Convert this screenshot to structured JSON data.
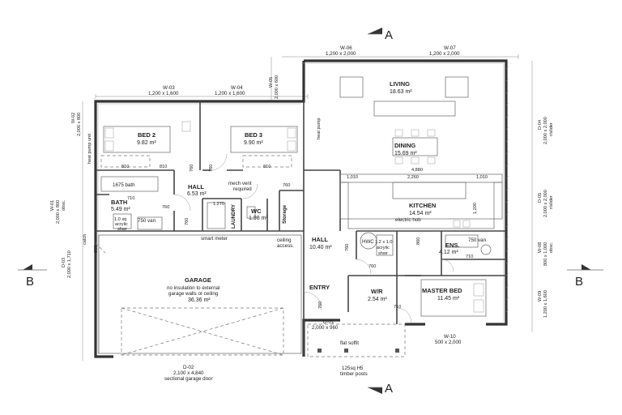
{
  "rooms": {
    "living": {
      "name": "LIVING",
      "area": "18.63 m²"
    },
    "dining": {
      "name": "DINING",
      "area": "15.69 m²"
    },
    "kitchen": {
      "name": "KITCHEN",
      "area": "14.54 m²"
    },
    "bed2": {
      "name": "BED 2",
      "area": "9.82 m²"
    },
    "bed3": {
      "name": "BED 3",
      "area": "9.90 m²"
    },
    "hall1": {
      "name": "HALL",
      "area": "6.53 m²"
    },
    "hall2": {
      "name": "HALL",
      "area": "10.40 m²"
    },
    "bath": {
      "name": "BATH",
      "area": "5.49 m²"
    },
    "wc": {
      "name": "WC",
      "area": "1.98 m²"
    },
    "laundry": {
      "name": "LAUNDRY"
    },
    "storage": {
      "name": "Storage"
    },
    "garage": {
      "name": "GARAGE",
      "note1": "no insulation to external",
      "note2": "garage walls or ceiling",
      "area": "36.36 m²"
    },
    "entry": {
      "name": "ENTRY"
    },
    "wr": {
      "name": "W/R",
      "area": "2.54 m²"
    },
    "ens": {
      "name": "ENS.",
      "area": "4.12 m²"
    },
    "master": {
      "name": "MASTER BED",
      "area": "11.45 m²"
    }
  },
  "windows": {
    "w03": {
      "id": "W-03",
      "size": "1,200 x 1,600"
    },
    "w04": {
      "id": "W-04",
      "size": "1,200 x 1,600"
    },
    "w06": {
      "id": "W-06",
      "size": "1,200 x 2,000"
    },
    "w07": {
      "id": "W-07",
      "size": "1,200 x 2,000"
    },
    "w05": {
      "id": "W-05",
      "size": "2,000 x 600"
    },
    "w02": {
      "id": "W-02",
      "size": "2,000 x 800"
    },
    "w01": {
      "id": "W-01",
      "size": "2,000 x 800",
      "note": "obsc."
    },
    "d03": {
      "id": "D-03",
      "size": "2,000 x 1,710"
    },
    "d04": {
      "id": "D-04",
      "size": "2,000 x 2,000",
      "note": "r/slider"
    },
    "d05": {
      "id": "D-05",
      "size": "2,000 x 2,000",
      "note": "r/slider"
    },
    "w08": {
      "id": "W-08",
      "size": "800 x 1,000",
      "note": "obsc."
    },
    "w09": {
      "id": "W-09",
      "size": "1,200 x 1,600"
    },
    "w10": {
      "id": "W-10",
      "size": "500 x 2,000"
    },
    "d01": {
      "id": "D-01",
      "size": "2,000 x 960"
    },
    "d02": {
      "id": "D-02",
      "size": "2,100 x 4,840",
      "note": "sectional garage door"
    }
  },
  "labels": {
    "section_a": "A",
    "section_b": "B",
    "heat_pump_unit": "heat pump unit",
    "heat_pump": "heat pump",
    "catch": "catch",
    "mech_vent": "mech vent",
    "required": "required",
    "bath_1675": "1675 bath",
    "shower_1": "1.0 sq",
    "shower_2": "acrylic",
    "shower_3": "shwr",
    "van_750": "750 van",
    "smart_meter": "smart meter",
    "ceiling": "ceiling",
    "access": "access.",
    "electric_hob": "electric hob",
    "hwc": "HWC",
    "ens_shwr_1": "1.2 x 1.0",
    "ens_shwr_2": "acrylic",
    "ens_shwr_3": "shwr",
    "ens_van": "750 van",
    "flat_soffit": "flat soffit",
    "posts_1": "125sq H5",
    "posts_2": "timber posts"
  },
  "dims": {
    "d810a": "810",
    "d810b": "810",
    "d810c": "810",
    "d760a": "760",
    "d760b": "760",
    "d760c": "760",
    "d760d": "760",
    "d760e": "760",
    "d760f": "760",
    "d760g": "760",
    "d760h": "760",
    "d710a": "710",
    "d710b": "710",
    "d710c": "710",
    "d860a": "860",
    "d860b": "860",
    "d1270": "1.270",
    "d1200": "1,200",
    "d4880": "4,880",
    "d1010a": "1,010",
    "d2260": "2,260",
    "d1010b": "1,010"
  }
}
